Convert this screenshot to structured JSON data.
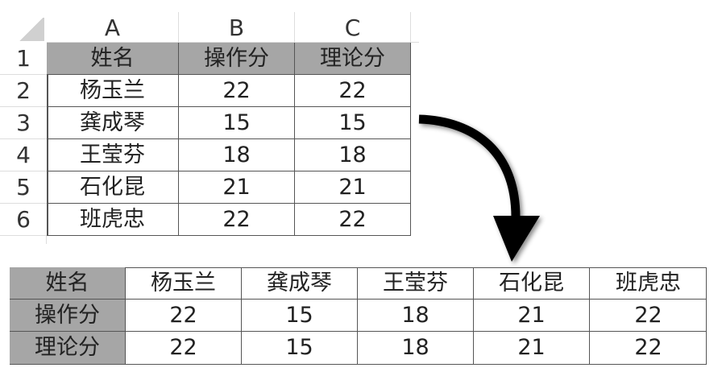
{
  "sheet": {
    "columns": [
      "A",
      "B",
      "C"
    ],
    "row_numbers": [
      "1",
      "2",
      "3",
      "4",
      "5",
      "6"
    ],
    "rows": [
      [
        "姓名",
        "操作分",
        "理论分"
      ],
      [
        "杨玉兰",
        "22",
        "22"
      ],
      [
        "龚成琴",
        "15",
        "15"
      ],
      [
        "王莹芬",
        "18",
        "18"
      ],
      [
        "石化昆",
        "21",
        "21"
      ],
      [
        "班虎忠",
        "22",
        "22"
      ]
    ]
  },
  "transposed": {
    "rows": [
      [
        "姓名",
        "杨玉兰",
        "龚成琴",
        "王莹芬",
        "石化昆",
        "班虎忠"
      ],
      [
        "操作分",
        "22",
        "15",
        "18",
        "21",
        "22"
      ],
      [
        "理论分",
        "22",
        "15",
        "18",
        "21",
        "22"
      ]
    ]
  },
  "colors": {
    "header_fill": "#a6a6a6",
    "border": "#555555",
    "arrow": "#000000"
  },
  "icons": {
    "arrow": "curved-arrow-down"
  }
}
